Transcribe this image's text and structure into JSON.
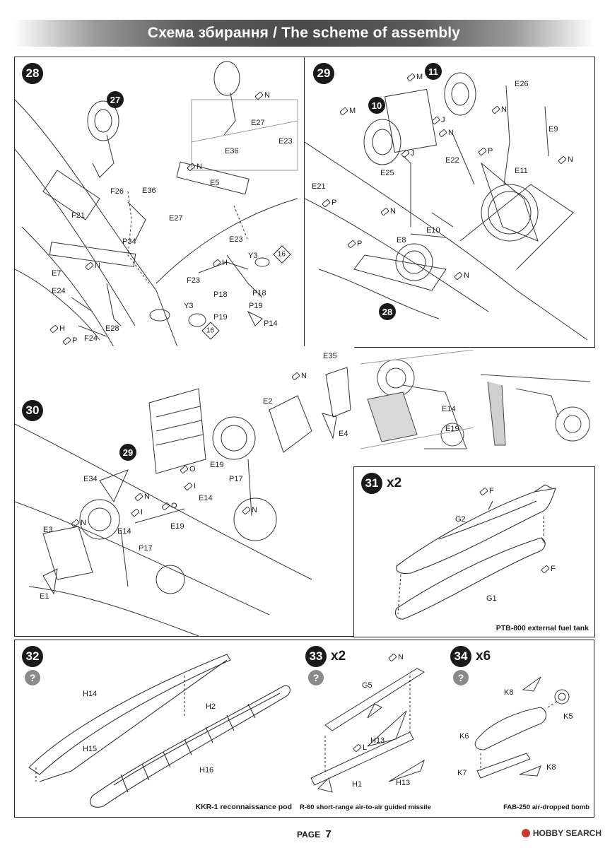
{
  "header": {
    "title": "Схема збирання / The scheme of assembly"
  },
  "steps": {
    "s28": {
      "number": "28"
    },
    "s29": {
      "number": "29"
    },
    "s30": {
      "number": "30"
    },
    "s31": {
      "number": "31",
      "multiplier": "x2",
      "caption": "PTB-800 external fuel tank"
    },
    "s32": {
      "number": "32",
      "caption": "KKR-1 reconnaissance pod"
    },
    "s33": {
      "number": "33",
      "multiplier": "x2",
      "caption": "R-60 short-range air-to-air guided missile"
    },
    "s34": {
      "number": "34",
      "multiplier": "x6",
      "caption": "FAB-250 air-dropped bomb"
    }
  },
  "refs": {
    "r27": "27",
    "r10": "10",
    "r11": "11",
    "r28b": "28",
    "r29b": "29",
    "q": "?"
  },
  "labels28": [
    "E5",
    "E36",
    "F26",
    "F21",
    "E27",
    "P34",
    "E23",
    "E7",
    "E24",
    "E28",
    "F24",
    "F23",
    "Y3",
    "Y3",
    "P18",
    "P18",
    "P19",
    "P19",
    "P14",
    "E27",
    "E23",
    "E36"
  ],
  "paint28": [
    "N",
    "N",
    "N",
    "H",
    "P",
    "H"
  ],
  "box16": "16",
  "labels29": [
    "E26",
    "E9",
    "E22",
    "E25",
    "E21",
    "E11",
    "E10",
    "E8"
  ],
  "paint29": [
    "M",
    "M",
    "J",
    "J",
    "N",
    "N",
    "P",
    "P",
    "N",
    "N",
    "N",
    "P"
  ],
  "labels30": [
    "E35",
    "E2",
    "E4",
    "E19",
    "E34",
    "P17",
    "E14",
    "E3",
    "E14",
    "E19",
    "P17",
    "E1"
  ],
  "paint30": [
    "N",
    "O",
    "I",
    "N",
    "O",
    "I",
    "N",
    "N"
  ],
  "insetLabels": [
    "E14",
    "E19"
  ],
  "labels31": [
    "G2",
    "G1"
  ],
  "paint31": [
    "F",
    "F"
  ],
  "labels32": [
    "H14",
    "H2",
    "H15",
    "H16"
  ],
  "labels33": [
    "G5",
    "H13",
    "H1",
    "H13"
  ],
  "paint33": [
    "N",
    "L"
  ],
  "labels34": [
    "K8",
    "K5",
    "K6",
    "K7",
    "K8"
  ],
  "footer": {
    "page_label": "PAGE",
    "page_number": "7"
  },
  "watermark": "HOBBY SEARCH",
  "colors": {
    "banner_dark": "#4a4a4a",
    "step_badge": "#1a1a1a",
    "question_badge": "#8a8a8a"
  }
}
